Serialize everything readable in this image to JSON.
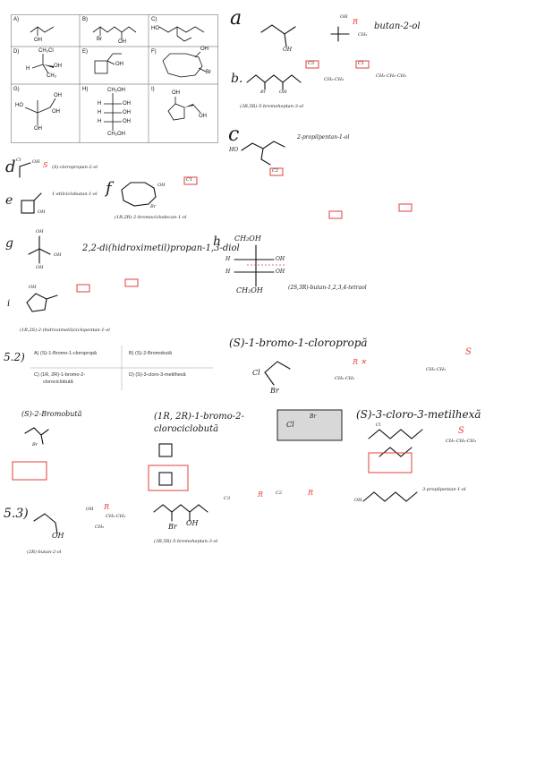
{
  "grid": {
    "cells": [
      {
        "label": "A)",
        "atoms": [
          "OH"
        ]
      },
      {
        "label": "B)",
        "atoms": [
          "Br",
          "OH"
        ]
      },
      {
        "label": "C)",
        "atoms": [
          "HO"
        ]
      },
      {
        "label": "D)",
        "atoms": [
          "CH₂Cl",
          "H",
          "OH",
          "CH₃"
        ]
      },
      {
        "label": "E)",
        "atoms": [
          "OH"
        ]
      },
      {
        "label": "F)",
        "atoms": [
          "OH",
          "Br"
        ]
      },
      {
        "label": "G)",
        "atoms": [
          "HO",
          "OH",
          "OH",
          "OH"
        ]
      },
      {
        "label": "H)",
        "atoms": [
          "CH₂OH",
          "H",
          "OH",
          "H",
          "OH",
          "H",
          "OH",
          "CH₂OH"
        ]
      },
      {
        "label": "I)",
        "atoms": [
          "OH",
          "OH"
        ]
      }
    ]
  },
  "notes": {
    "a_letter": "a",
    "a_name": "butan-2-ol",
    "b_letter": "b.",
    "b_name": "(3R,5R)-5-bromoheptan-3-ol",
    "c_letter": "c",
    "c_name": "2-propilpentan-1-ol",
    "d_letter": "d",
    "d_name": "(S)-cloropropan-2-ol",
    "e_letter": "e",
    "e_name": "1-etilciclobutan-1-ol",
    "f_letter": "f",
    "f_name": "(1R,2R)-2-bromociclodecan-1-ol",
    "g_letter": "g",
    "g_name": "2,2-di(hidroximetil)propan-1,3-diol",
    "h_letter": "h",
    "h_name": "(2S,3R)-butan-1,2,3,4-tetraol",
    "i_letter": "i",
    "i_name": "(1R,2S)-2-(hidroximetil)ciclopentan-1-ol",
    "s52": "5.2)",
    "s53": "5.3)",
    "big_title": "(S)-1-bromo-1-cloropropă",
    "bromobutan": "(S)-2-Bromobută",
    "bromo_clorociclo_1": "(1R, 2R)-1-bromo-2-",
    "bromo_clorociclo_2": "clorociclobută",
    "cloro_metilhex": "(S)-3-cloro-3-metilhexă",
    "propilpentan": "3-propilpentan-1-ol",
    "butan2ol_r": "(2R)-butan-2-ol",
    "bromoheptanol": "(3R,5R)-5-bromoheptan-3-ol",
    "r_mark": "R",
    "s_mark": "S",
    "rx_mark": "R ✕"
  },
  "table52": {
    "a": "A)  (S)-1-Bromo-1-cloropropă",
    "b": "B)  (S)-2-Bromobută",
    "c1": "C)  (1R, 2R)-1-bromo-2-",
    "c2": "clorociclobută",
    "d": "D)  (S)-3-cloro-3-metilhexă"
  },
  "chem_labels": {
    "oh": "OH",
    "ho": "HO",
    "h": "H",
    "br": "Br",
    "cl": "Cl",
    "ch3": "CH₃",
    "ch2oh": "CH₂OH",
    "ch2": "CH₂",
    "c1": "C1",
    "c2": "C2",
    "c3": "C3",
    "ch2ch3": "CH₂-CH₃",
    "ch2ch2ch3": "CH₂-CH₂-CH₃"
  }
}
